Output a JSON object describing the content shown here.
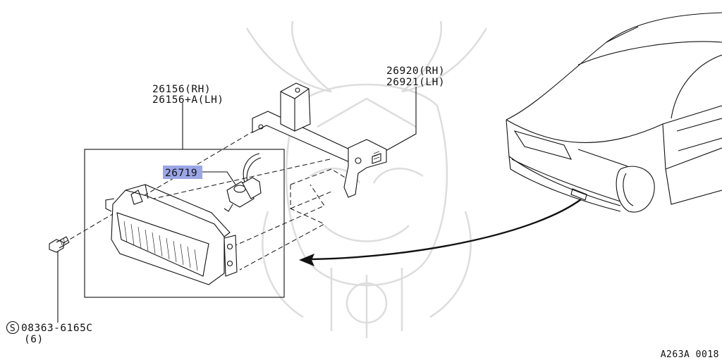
{
  "parts": {
    "fog_lamp_rh": "26156(RH)",
    "fog_lamp_lh": "26156+A(LH)",
    "bracket_rh": "26920(RH)",
    "bracket_lh": "26921(LH)",
    "bulb": "26719",
    "screw_symbol": "S",
    "screw_number": "08363-6165C",
    "screw_qty": "(6)"
  },
  "diagram_ref": "A263A 0018",
  "colors": {
    "highlight": "#9aa6e6",
    "line": "#111111",
    "watermark": "#cfcfcf"
  }
}
